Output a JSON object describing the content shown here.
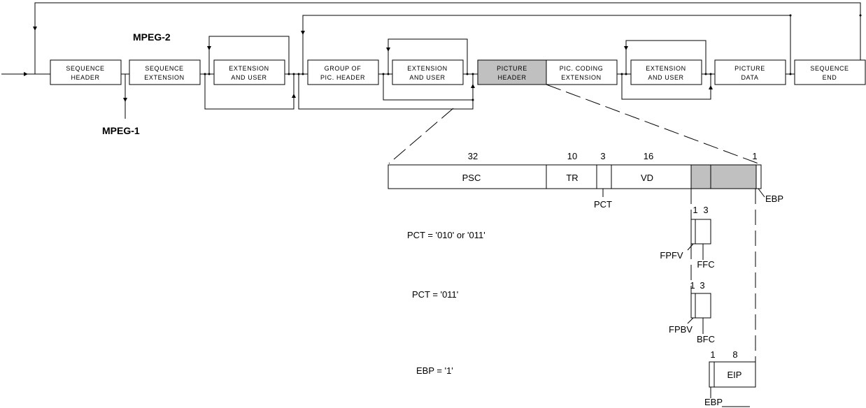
{
  "titles": {
    "mpeg2": "MPEG-2",
    "mpeg1": "MPEG-1"
  },
  "blocks": {
    "seq_header": [
      "SEQUENCE",
      "HEADER"
    ],
    "seq_ext": [
      "SEQUENCE",
      "EXTENSION"
    ],
    "ext_user_1": [
      "EXTENSION",
      "AND USER"
    ],
    "gop_header": [
      "GROUP OF",
      "PIC. HEADER"
    ],
    "ext_user_2": [
      "EXTENSION",
      "AND USER"
    ],
    "pic_header": [
      "PICTURE",
      "HEADER"
    ],
    "pic_coding_ext": [
      "PIC. CODING",
      "EXTENSION"
    ],
    "ext_user_3": [
      "EXTENSION",
      "AND USER"
    ],
    "pic_data": [
      "PICTURE",
      "DATA"
    ],
    "seq_end": [
      "SEQUENCE",
      "END"
    ]
  },
  "fields": {
    "psc": {
      "name": "PSC",
      "bits": "32"
    },
    "tr": {
      "name": "TR",
      "bits": "10"
    },
    "pct": {
      "name": "PCT",
      "bits": "3"
    },
    "vd": {
      "name": "VD",
      "bits": "16"
    },
    "ebp": {
      "name": "EBP",
      "bits": "1"
    }
  },
  "conditions": [
    {
      "text": "PCT = '010' or '011'",
      "bits": [
        "1",
        "3"
      ],
      "fields": [
        "FPFV",
        "FFC"
      ]
    },
    {
      "text": "PCT = '011'",
      "bits": [
        "1",
        "3"
      ],
      "fields": [
        "FPBV",
        "BFC"
      ]
    },
    {
      "text": "EBP = '1'",
      "bits": [
        "1",
        "8"
      ],
      "fields": [
        "EBP",
        "EIP"
      ]
    }
  ],
  "colors": {
    "highlight": "#c0c0c0",
    "line": "#000000"
  }
}
